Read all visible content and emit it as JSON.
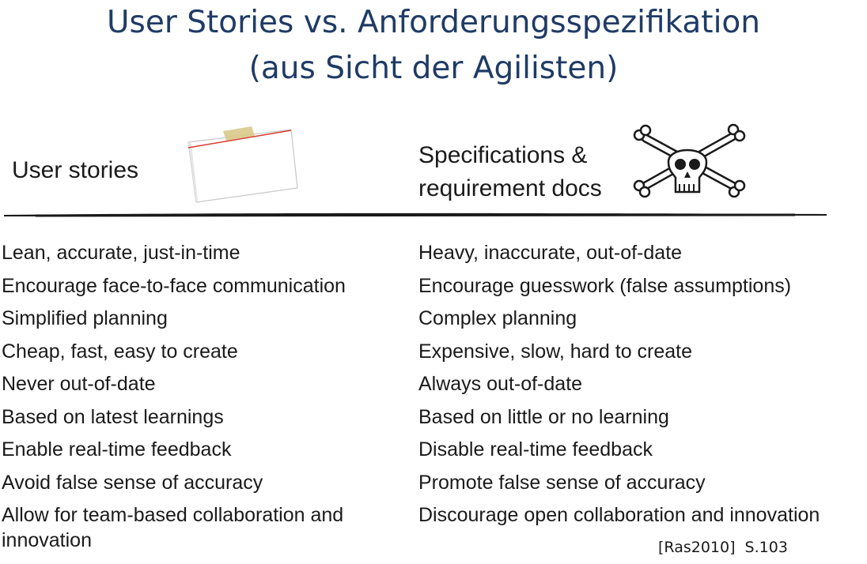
{
  "slide": {
    "title_line1": "User Stories vs. Anforderungsspezifikation",
    "title_line2": "(aus Sicht der Agilisten)",
    "colors": {
      "title": "#1f3b66",
      "text": "#1a1a1a",
      "note_line": "#d93a2b",
      "tape": "#d8c98a"
    }
  },
  "left_header": "User stories",
  "right_header_line1": "Specifications &",
  "right_header_line2": "requirement docs",
  "icons": {
    "left": "sticky-note-icon",
    "right": "skull-crossbones-icon"
  },
  "user_stories": [
    "Lean, accurate, just-in-time",
    "Encourage face-to-face communication",
    "Simplified planning",
    "Cheap, fast, easy to create",
    "Never out-of-date",
    "Based on latest learnings",
    "Enable real-time feedback",
    "Avoid false sense of accuracy",
    "Allow for team-based collaboration and innovation"
  ],
  "specifications": [
    "Heavy, inaccurate, out-of-date",
    "Encourage guesswork (false assumptions)",
    "Complex planning",
    "Expensive, slow, hard to create",
    "Always out-of-date",
    "Based on little or no learning",
    "Disable real-time feedback",
    "Promote false sense of accuracy",
    "Discourage open collaboration and innovation"
  ],
  "citation": "[Ras2010] S.103"
}
